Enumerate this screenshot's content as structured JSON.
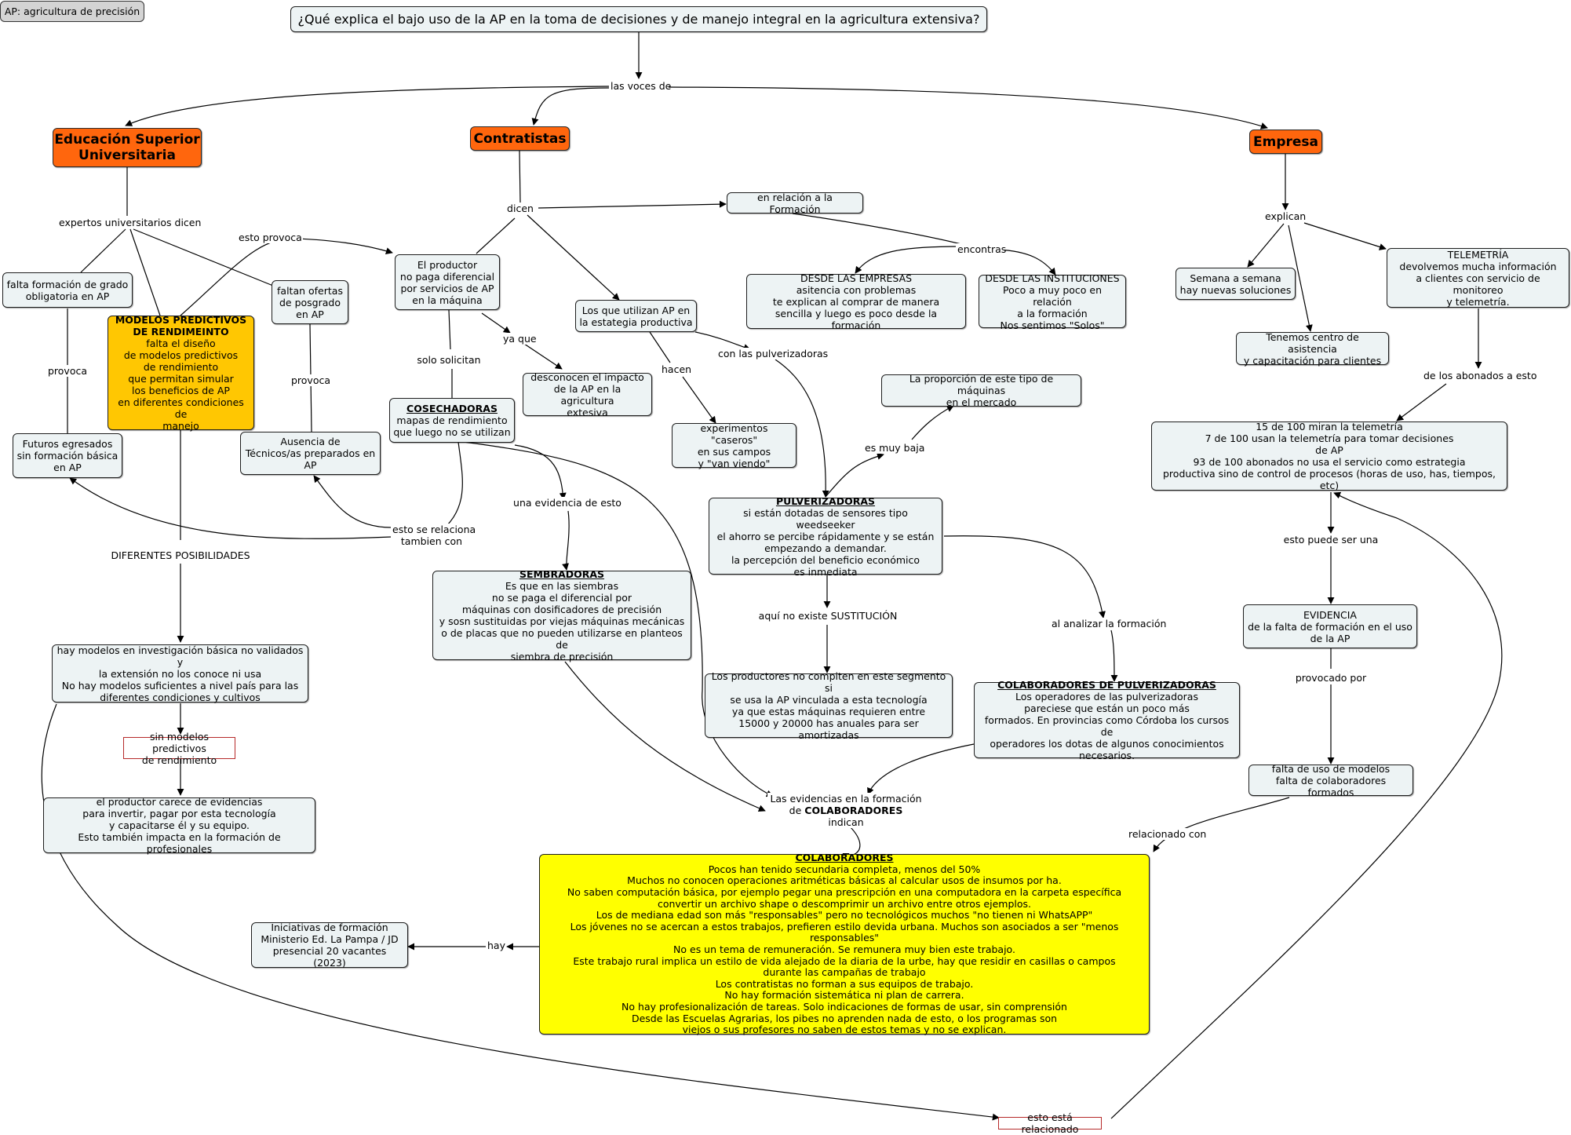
{
  "app": {
    "tab_title": "AP: agricultura de precisión"
  },
  "question": "¿Qué explica el bajo uso de la AP en la toma de decisiones y de manejo integral en la agricultura extensiva?",
  "actors": {
    "label": "las voces de",
    "universidad": [
      "Educación Superior",
      "Universitaria"
    ],
    "contratistas": "Contratistas",
    "empresa": "Empresa"
  },
  "universidad_branch": {
    "experts_label": "expertos universitarios dicen",
    "falta_formacion": [
      "falta formación de grado",
      "obligatoria en AP"
    ],
    "provoca_left": "provoca",
    "futuros": [
      "Futuros egresados",
      "sin formación básica",
      "en AP"
    ],
    "faltan_ofertas": [
      "faltan ofertas",
      "de posgrado",
      "en AP"
    ],
    "provoca_right": "provoca",
    "ausencia": [
      "Ausencia de",
      "Técnicos/as preparados en",
      "AP"
    ],
    "modelos_title": [
      "MODELOS PREDICTIVOS",
      "DE RENDIMEINTO"
    ],
    "modelos_body": [
      "falta el diseño",
      "de modelos predictivos",
      "de rendimiento",
      "que permitan simular",
      "los beneficios de AP",
      "en diferentes condiciones de",
      "manejo"
    ],
    "esto_provoca": "esto provoca",
    "diferentes": "DIFERENTES POSIBILIDADES",
    "hay_modelos": [
      "hay modelos en investigación básica no validados y",
      "la extensión no los conoce ni usa",
      "No hay modelos suficientes a nivel país para las",
      "diferentes condiciones y cultivos"
    ],
    "sin_modelos": [
      "sin modelos predictivos",
      "de rendimiento"
    ],
    "productor_carece": [
      "el productor carece de evidencias",
      "para invertir, pagar por esta tecnología",
      "y capacitarse él y su equipo.",
      "Esto también impacta en la formación de profesionales"
    ]
  },
  "contratistas_branch": {
    "dicen": "dicen",
    "relacion_formacion": "en relación a la Formación",
    "encontras": "encontras",
    "desde_empresas": [
      "DESDE LAS EMPRESAS",
      "asitencia con problemas",
      "te explican al comprar de manera",
      "sencilla y luego es poco desde la formación"
    ],
    "desde_instituciones": [
      "DESDE LAS INSTITUCIONES",
      "Poco a muy poco en relación",
      "a la formación",
      "Nos sentimos \"Solos\""
    ],
    "productor_no_paga": [
      "El productor",
      "no paga diferencial",
      "por servicios de AP",
      "en la máquina"
    ],
    "ya_que": "ya que",
    "desconocen": [
      "desconocen el impacto",
      "de la AP en la agricultura",
      "extesiva"
    ],
    "solo_solicitan": "solo solicitan",
    "cosechadoras_title": "COSECHADORAS",
    "cosechadoras_body": [
      "mapas de rendimiento",
      "que luego no se utilizan"
    ],
    "utilizan_ap": [
      "Los que utilizan AP en",
      "la estategia productiva"
    ],
    "hacen": "hacen",
    "experimentos": [
      "experimentos \"caseros\"",
      "en sus campos",
      "y \"van viendo\""
    ],
    "con_pulverizadoras": "con las pulverizadoras",
    "proporcion": [
      "La proporción de este tipo de máquinas",
      "en el mercado"
    ],
    "es_muy_baja": "es muy baja",
    "pulverizadoras_title": "PULVERIZADORAS",
    "pulverizadoras_body": [
      "si están dotadas de sensores tipo weedseeker",
      "el ahorro se percibe rápidamente y se están",
      "empezando a  demandar.",
      "la percepción del beneficio económico",
      "es inmediata"
    ],
    "evidencia_esto": "una evidencia de esto",
    "se_relaciona": [
      "esto se relaciona",
      "tambien con"
    ],
    "sembradoras_title": "SEMBRADORAS",
    "sembradoras_body": [
      "Es que en las siembras",
      "no se paga el diferencial por",
      "máquinas con dosificadores de precisión",
      "y sosn sustituidas por viejas máquinas mecánicas",
      "o de placas que no pueden utilizarse en planteos de",
      "siembra de precisión"
    ],
    "no_sustitucion": "aquí no existe SUSTITUCIÓN",
    "productores_no_compiten": [
      "Los productores no compiten en este segmento si",
      "se usa la AP vinculada a esta tecnología",
      "ya que estas máquinas requieren entre",
      "15000 y 20000 has anuales para ser",
      "amortizadas"
    ],
    "analizar_formacion": "al analizar la formación",
    "colab_pulv_title": "COLABORADORES DE PULVERIZADORAS",
    "colab_pulv_body": [
      "Los operadores de las pulverizadoras",
      "pareciese que están un poco más",
      "formados. En provincias como Córdoba los cursos de",
      "operadores los dotas de algunos conocimientos",
      "necesarios."
    ]
  },
  "evidencias": {
    "line1": "Las evidencias en la formación",
    "line2_pre": "de ",
    "line2_bold": "COLABORADORES",
    "line3": "indican"
  },
  "colaboradores": {
    "title": "COLABORADORES",
    "lines": [
      "Pocos han tenido secundaria completa, menos del 50%",
      "Muchos no conocen operaciones aritméticas básicas al calcular usos de insumos por ha.",
      "No saben computación básica, por ejemplo pegar una prescripción en una computadora en la carpeta específica",
      "convertir un archivo shape o descomprimir un archivo entre otros ejemplos.",
      "Los de mediana edad son más \"responsables\" pero no tecnológicos muchos \"no tienen ni WhatsAPP\"",
      "Los jóvenes no se acercan a estos trabajos, prefieren estilo devida urbana. Muchos son asociados a ser \"menos responsables\"",
      "No es un tema de remuneración. Se remunera muy bien este trabajo.",
      "Este trabajo rural implica un estilo de vida alejado de la diaria de la urbe, hay que residir en casillas o campos",
      "durante las campañas de trabajo",
      "Los contratistas no forman a sus equipos de trabajo.",
      "No hay formación sistemática ni plan de carrera.",
      "No hay profesionalización de tareas. Solo indicaciones de formas de usar, sin comprensión",
      "Desde las Escuelas Agrarias, los pibes no aprenden nada de esto, o los programas son",
      "viejos o sus profesores no saben de estos temas y no se explican."
    ],
    "hay": "hay",
    "iniciativas": [
      "Iniciativas de formación",
      "Ministerio Ed. La Pampa / JD",
      "presencial 20 vacantes (2023)"
    ]
  },
  "empresa_branch": {
    "explican": "explican",
    "semana": [
      "Semana a semana",
      "hay nuevas soluciones"
    ],
    "centro": [
      "Tenemos centro de asistencia",
      "y capacitación para clientes"
    ],
    "telemetria": [
      "TELEMETRÍA",
      "devolvemos mucha información",
      "a clientes con servicio de monitoreo",
      "y telemetría."
    ],
    "abonados": "de los abonados a esto",
    "stats": [
      "15 de 100 miran la telemetría",
      "7 de 100 usan la telemetría para tomar decisiones",
      "de AP",
      "93 de 100 abonados no usa el servicio como estrategia",
      "productiva sino de control de procesos (horas de uso, has, tiempos, etc)"
    ],
    "puede_ser": "esto puede ser una",
    "evidencia": [
      "EVIDENCIA",
      "de la falta de formación en el uso",
      "de la AP"
    ],
    "provocado": "provocado por",
    "falta_uso": [
      "falta de uso de modelos",
      "falta de colaboradores formados"
    ],
    "relacionado": "relacionado con"
  },
  "footer_link": "esto está relacionado"
}
